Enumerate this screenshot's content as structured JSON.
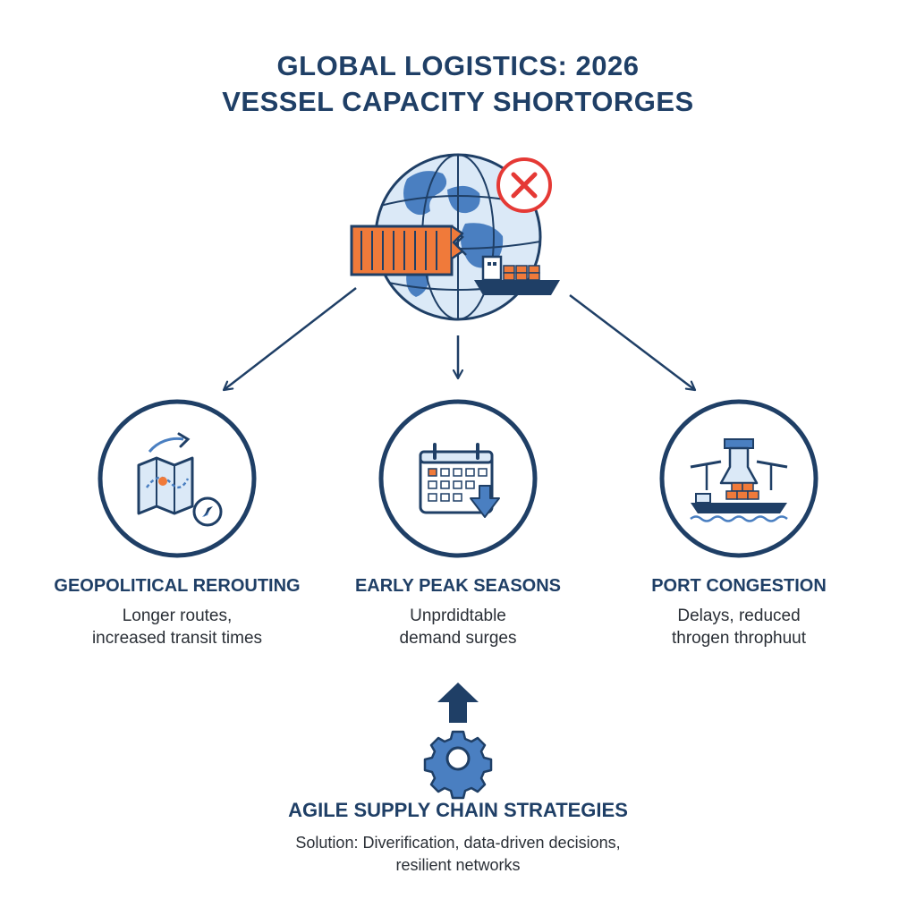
{
  "title": {
    "line1": "GLOBAL LOGISTICS: 2026",
    "line2": "VESSEL CAPACITY SHORTORGES"
  },
  "causes": [
    {
      "label": "GEOPOLITICAL REROUTING",
      "desc_line1": "Longer routes,",
      "desc_line2": "increased transit times",
      "icon": "map-reroute-icon"
    },
    {
      "label": "EARLY PEAK SEASONS",
      "desc_line1": "Unprdidtable",
      "desc_line2": "demand surges",
      "icon": "calendar-down-icon"
    },
    {
      "label": "PORT CONGESTION",
      "desc_line1": "Delays, reduced",
      "desc_line2": "throgen throphuut",
      "icon": "port-cranes-icon"
    }
  ],
  "solution": {
    "title": "AGILE SUPPLY CHAIN STRATEGIES",
    "desc_line1": "Solution: Diverification, data-driven decisions,",
    "desc_line2": "resilient networks",
    "icon": "gear-icon"
  },
  "colors": {
    "navy": "#1f3f66",
    "icon_blue": "#4a7fc1",
    "light_blue": "#dbe9f7",
    "orange": "#f07a3a",
    "red": "#e53935"
  }
}
